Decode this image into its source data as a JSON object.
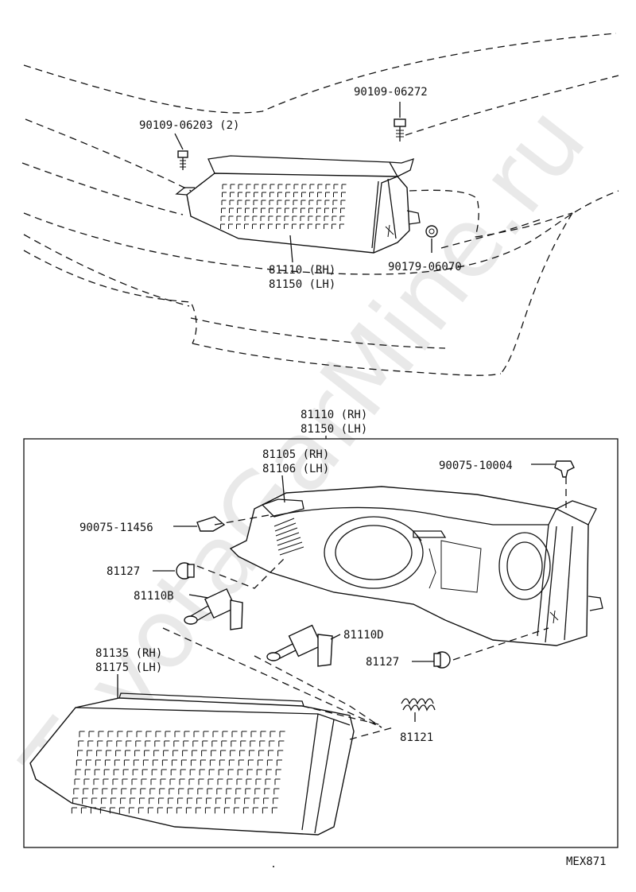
{
  "watermark": "ToyotaGarMine.ru",
  "diagram_code": "MEX871",
  "top_view": {
    "labels": {
      "bolt_pair": "90109-06203 (2)",
      "bolt_single": "90109-06272",
      "nut": "90179-06070",
      "headlamp_rh": "81110 (RH)",
      "headlamp_lh": "81150 (LH)"
    }
  },
  "exploded_view": {
    "header_rh": "81110 (RH)",
    "header_lh": "81150 (LH)",
    "labels": {
      "housing_rh": "81105 (RH)",
      "housing_lh": "81106 (LH)",
      "clip_top": "90075-10004",
      "clip_side": "90075-11456",
      "socket_upper": "81127",
      "bulb_b": "81110B",
      "bulb_d": "81110D",
      "socket_lower": "81127",
      "lens_rh": "81135 (RH)",
      "lens_lh": "81175 (LH)",
      "spring": "81121"
    }
  }
}
